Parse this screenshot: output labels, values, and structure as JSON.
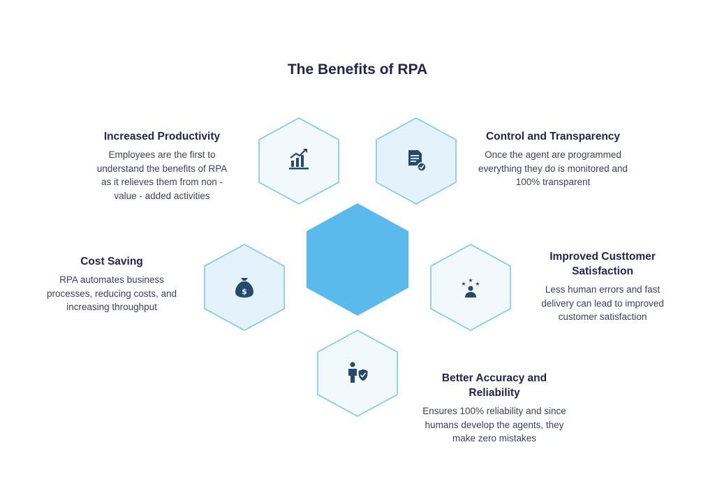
{
  "title": "The Benefits of RPA",
  "colors": {
    "hex_stroke": "#7ccaee",
    "hex_fill": "#f1f9fd",
    "hex_fill_alt": "#e4f3fb",
    "center_fill": "#5bbaec",
    "icon": "#274a6c",
    "text_dark": "#23254a"
  },
  "benefits": [
    {
      "heading": "Increased Productivity",
      "desc": "Employees are the first to understand the benefits of RPA as it relieves them from non - value - added activities",
      "icon": "bar-chart-icon"
    },
    {
      "heading": "Control and Transparency",
      "desc": "Once the agent are programmed everything they do is monitored and 100% transparent",
      "icon": "document-check-icon"
    },
    {
      "heading": "Cost Saving",
      "desc": "RPA automates business processes, reducing costs, and increasing throughput",
      "icon": "money-bag-icon"
    },
    {
      "heading": "Improved Custtomer Satisfaction",
      "desc": "Less human errors and fast delivery can lead to improved customer satisfaction",
      "icon": "customer-stars-icon"
    },
    {
      "heading": "Better Accuracy and Reliability",
      "desc": "Ensures 100% reliability and since humans develop the agents, they make zero mistakes",
      "icon": "person-shield-icon"
    }
  ]
}
